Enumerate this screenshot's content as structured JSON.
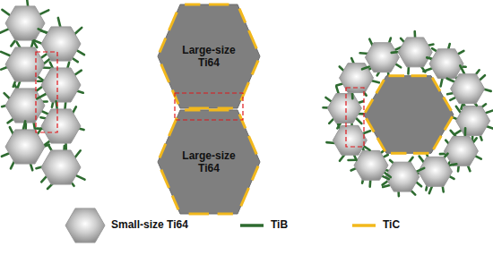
{
  "diagram": {
    "nodes": [
      {
        "text": [
          "Large-size Ti64"
        ]
      },
      {
        "text": [
          "Large-size Ti64"
        ]
      }
    ],
    "legend": [
      {
        "text": "Small-size Ti64"
      },
      {
        "text": "TiB"
      },
      {
        "text": "TiC"
      }
    ]
  }
}
